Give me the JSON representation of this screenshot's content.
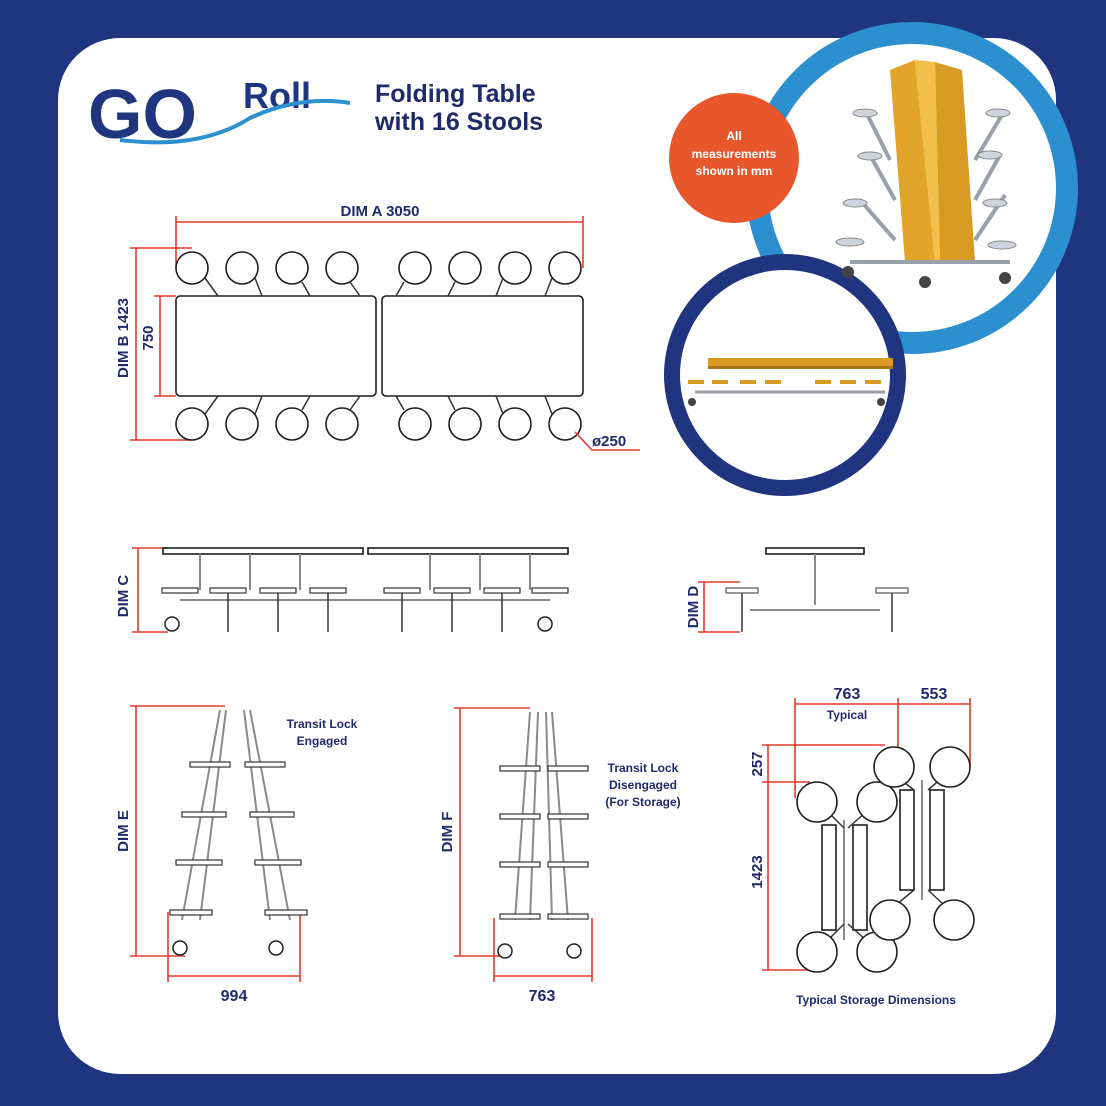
{
  "brand": {
    "logo_go": "GO",
    "logo_roll": "Roll"
  },
  "title": {
    "line1": "Folding Table",
    "line2": "with 16 Stools"
  },
  "badge": {
    "line1": "All",
    "line2": "measurements",
    "line3": "shown in mm"
  },
  "plan": {
    "dim_a": "DIM A 3050",
    "dim_b": "DIM B 1423",
    "height": "750",
    "stool_dia": "ø250"
  },
  "elevation": {
    "dim_c": "DIM C",
    "dim_d": "DIM D"
  },
  "folded_engaged": {
    "dim": "DIM E",
    "width": "994",
    "note1": "Transit Lock",
    "note2": "Engaged"
  },
  "folded_disengaged": {
    "dim": "DIM F",
    "width": "763",
    "note1": "Transit Lock",
    "note2": "Disengaged",
    "note3": "(For Storage)"
  },
  "storage": {
    "w1": "763",
    "w2": "553",
    "typical": "Typical",
    "h1": "257",
    "h2": "1423",
    "caption": "Typical Storage Dimensions"
  },
  "colors": {
    "navy": "#1f3580",
    "blue": "#2b8fd0",
    "orange": "#e8572b",
    "red_dim": "#e23b2e",
    "table_top": "#e2a52a"
  }
}
